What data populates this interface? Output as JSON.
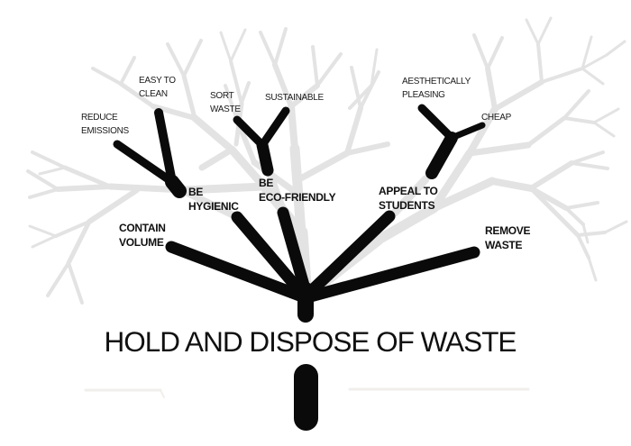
{
  "diagram": {
    "type": "objective-tree",
    "description": "Faded background tree with bold black objective branches",
    "hierarchy": {
      "root": "HOLD AND DISPOSE OF WASTE",
      "children": [
        {
          "label": "CONTAIN VOLUME",
          "children": []
        },
        {
          "label": "BE HYGIENIC",
          "children": [
            "REDUCE EMISSIONS",
            "EASY TO CLEAN"
          ]
        },
        {
          "label": "BE ECO-FRIENDLY",
          "children": [
            "SORT WASTE",
            "SUSTAINABLE"
          ]
        },
        {
          "label": "APPEAL TO STUDENTS",
          "children": [
            "AESTHETICALLY PLEASING",
            "CHEAP"
          ]
        },
        {
          "label": "REMOVE WASTE",
          "children": []
        }
      ]
    }
  },
  "labels": {
    "title": "HOLD AND DISPOSE OF WASTE",
    "contain_volume": "CONTAIN\nVOLUME",
    "be_hygienic": "BE\nHYGIENIC",
    "be_eco_friendly": "BE\nECO-FRIENDLY",
    "appeal_to_students": "APPEAL TO\nSTUDENTS",
    "remove_waste": "REMOVE\nWASTE",
    "reduce_emissions": "REDUCE\nEMISSIONS",
    "easy_to_clean": "EASY TO\nCLEAN",
    "sort_waste": "SORT\nWASTE",
    "sustainable": "SUSTAINABLE",
    "aesthetically_pleasing": "AESTHETICALLY\nPLEASING",
    "cheap": "CHEAP"
  },
  "colors": {
    "branch": "#0a0a0a",
    "faded_tree": "#e3e3e3",
    "text": "#1a1a1a",
    "ground_line": "#f1efec",
    "background": "#ffffff"
  }
}
